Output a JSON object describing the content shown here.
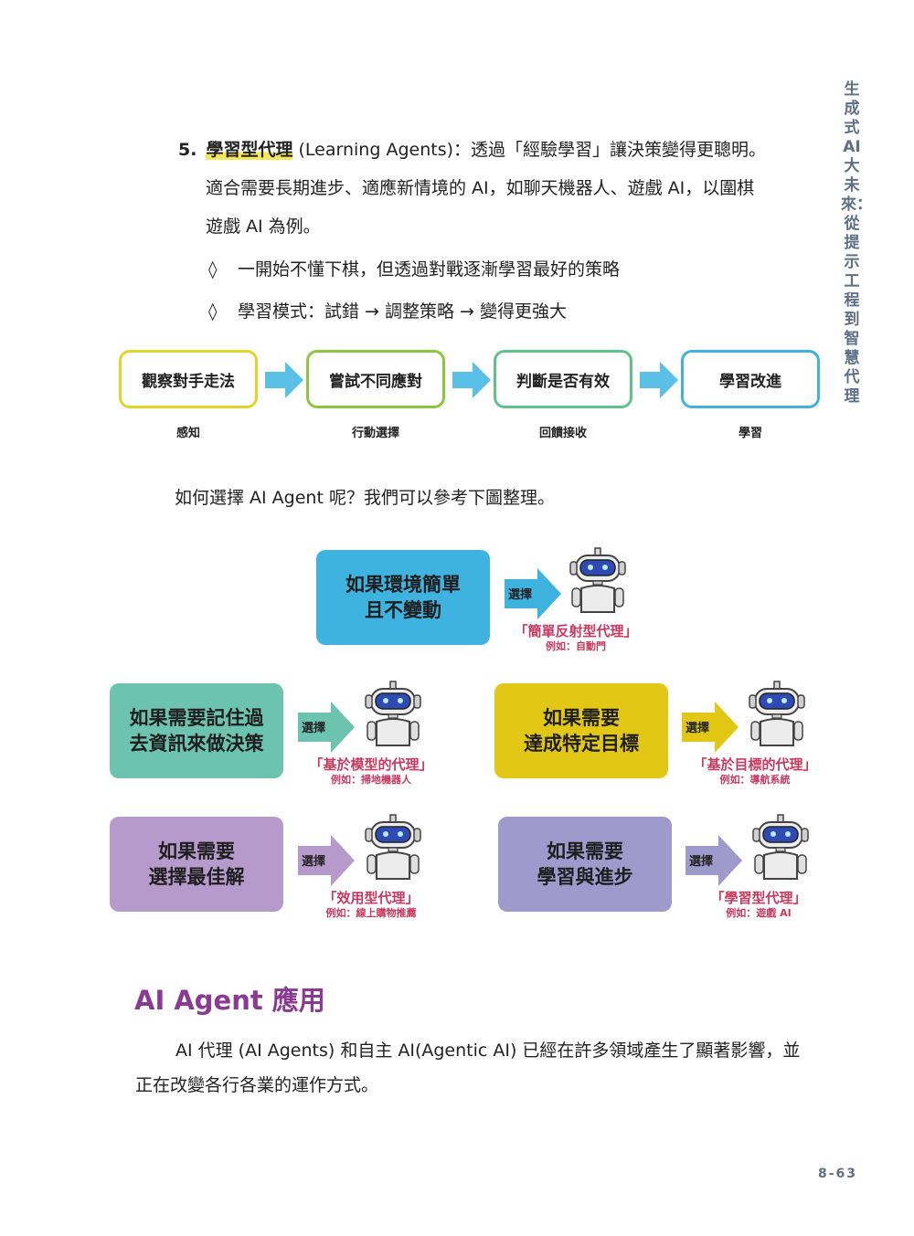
{
  "side_tab": "生成式AI大未來：從提示工程到智慧代理",
  "item5": {
    "number": "5.",
    "term": "學習型代理",
    "desc_line1": "(Learning Agents)：透過「經驗學習」讓決策變得更聰明。",
    "desc_line2": "適合需要長期進步、適應新情境的 AI，如聊天機器人、遊戲 AI，以圍棋",
    "desc_line3": "遊戲 AI 為例。"
  },
  "bullets": [
    {
      "mark": "◊",
      "text": "一開始不懂下棋，但透過對戰逐漸學習最好的策略"
    },
    {
      "mark": "◊",
      "text": "學習模式：試錯 → 調整策略 → 變得更強大"
    }
  ],
  "flow": [
    {
      "label": "觀察對手走法",
      "caption": "感知",
      "color": "#e3d42a"
    },
    {
      "label": "嘗試不同應對",
      "caption": "行動選擇",
      "color": "#8cc63f"
    },
    {
      "label": "判斷是否有效",
      "caption": "回饋接收",
      "color": "#5cc48a"
    },
    {
      "label": "學習改進",
      "caption": "學習",
      "color": "#3fb3e0"
    }
  ],
  "flow_arrow_color": "#5bc0e8",
  "intro": "如何選擇 AI Agent 呢？我們可以參考下圖整理。",
  "decisions": [
    {
      "condition": "如果環境簡單\n且不變動",
      "select": "選擇",
      "agent": "「簡單反射型代理」",
      "example": "例如：自動門",
      "color": "#3fb3e0",
      "name_color": "#c8385f"
    },
    {
      "condition": "如果需要記住過\n去資訊來做決策",
      "select": "選擇",
      "agent": "「基於模型的代理」",
      "example": "例如：掃地機器人",
      "color": "#6cc3b0",
      "name_color": "#c8385f"
    },
    {
      "condition": "如果需要\n達成特定目標",
      "select": "選擇",
      "agent": "「基於目標的代理」",
      "example": "例如：導航系統",
      "color": "#e2c815",
      "name_color": "#c8385f"
    },
    {
      "condition": "如果需要\n選擇最佳解",
      "select": "選擇",
      "agent": "「效用型代理」",
      "example": "例如：線上購物推薦",
      "color": "#b59acb",
      "name_color": "#c8385f"
    },
    {
      "condition": "如果需要\n學習與進步",
      "select": "選擇",
      "agent": "「學習型代理」",
      "example": "例如：遊戲 AI",
      "color": "#9e9acc",
      "name_color": "#c8385f"
    }
  ],
  "heading": "AI Agent 應用",
  "paragraph": "AI 代理 (AI Agents) 和自主 AI(Agentic AI) 已經在許多領域產生了顯著影響，並正在改變各行各業的運作方式。",
  "page_number": "8-63"
}
